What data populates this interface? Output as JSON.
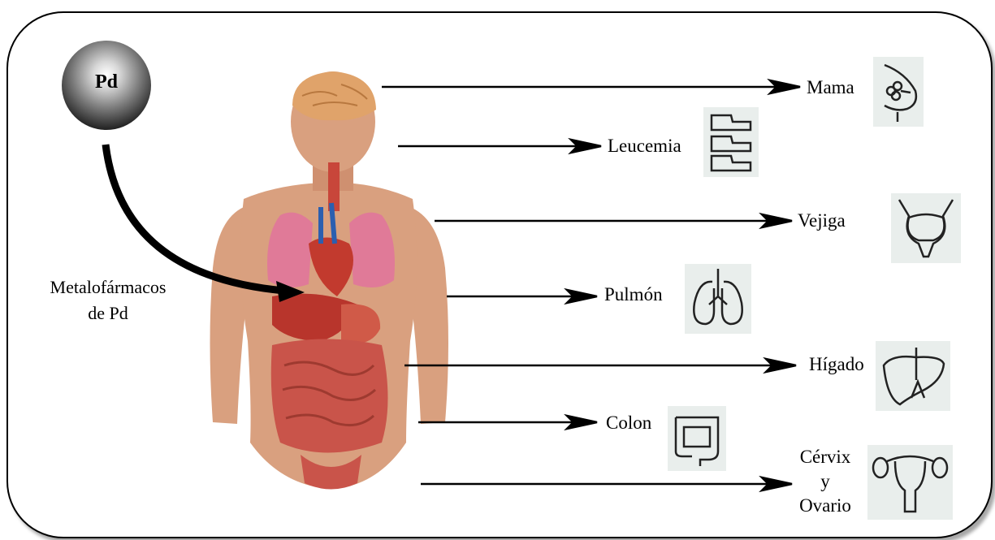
{
  "compound": {
    "symbol": "Pd"
  },
  "drug_label": {
    "line1": "Metalofármacos",
    "line2": "de Pd"
  },
  "organs": {
    "mama": "Mama",
    "leucemia": "Leucemia",
    "vejiga": "Vejiga",
    "pulmon": "Pulmón",
    "higado": "Hígado",
    "colon": "Colon",
    "cervix_line1": "Cérvix",
    "cervix_line2": "y",
    "cervix_line3": "Ovario"
  },
  "icons": [
    "breast-icon",
    "blood-cells-icon",
    "bladder-icon",
    "lungs-icon",
    "liver-icon",
    "colon-icon",
    "uterus-ovaries-icon"
  ],
  "colors": {
    "skin": "#d9a07f",
    "organ_red": "#c8463a",
    "lung_pink": "#e07a98",
    "icon_bg": "#e9eeec"
  }
}
